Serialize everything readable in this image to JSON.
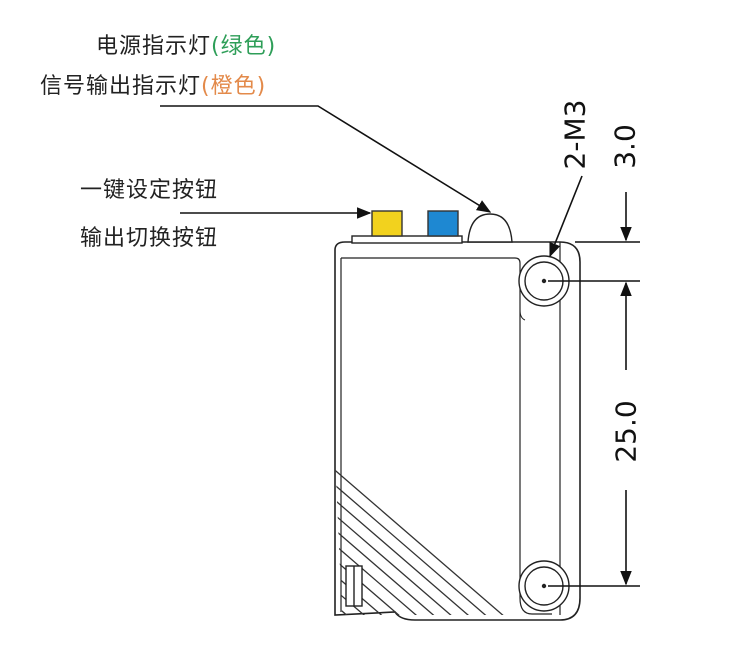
{
  "labels": {
    "power_indicator": "电源指示灯",
    "power_color": "(绿色)",
    "signal_indicator": "信号输出指示灯",
    "signal_color": "(橙色)",
    "set_button": "一键设定按钮",
    "switch_button": "输出切换按钮"
  },
  "dimensions": {
    "mount_holes": "2-M3",
    "top_offset": "3.0",
    "hole_spacing": "25.0"
  },
  "colors": {
    "set_button": "#f2d21e",
    "switch_button": "#1e88d2",
    "power_label": "#2e9e58",
    "signal_label": "#e38a4a"
  }
}
